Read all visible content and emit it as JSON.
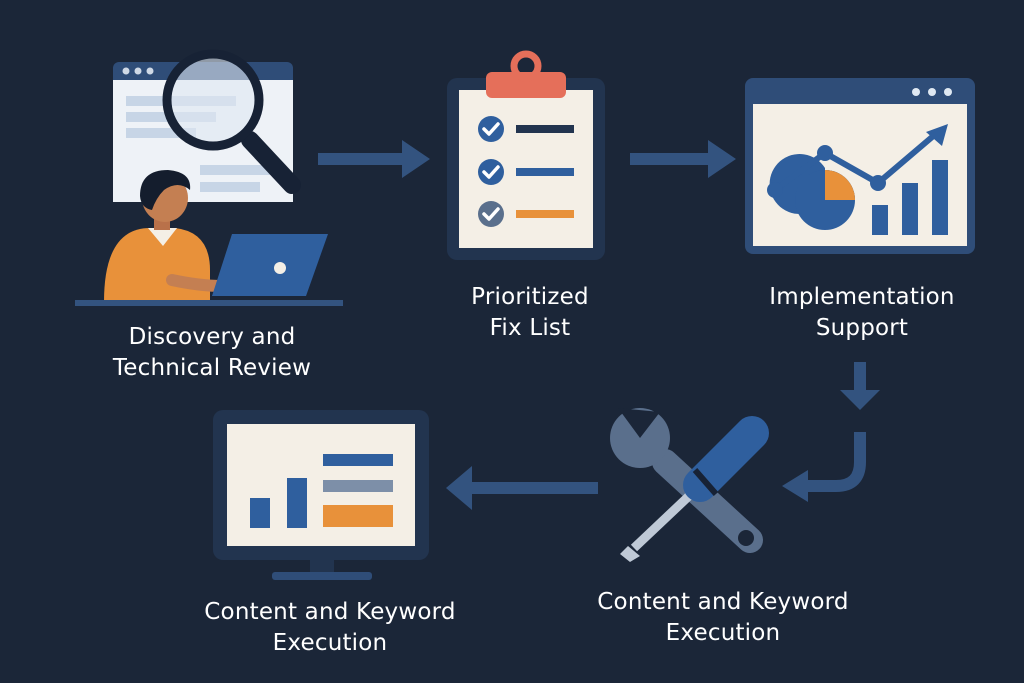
{
  "colors": {
    "background": "#1b2638",
    "accent_blue": "#2f5f9e",
    "accent_orange": "#e8913a",
    "clip_red": "#e56f5a",
    "arrow": "#33537f",
    "panel_cream": "#f4efe6",
    "navy_frame": "#22344f"
  },
  "steps": [
    {
      "line1": "Discovery and",
      "line2": "Technical Review",
      "icon": "magnifier-browser-laptop-person-icon"
    },
    {
      "line1": "Prioritized",
      "line2": "Fix List",
      "icon": "clipboard-checklist-icon"
    },
    {
      "line1": "Implementation",
      "line2": "Support",
      "icon": "analytics-dashboard-icon"
    },
    {
      "line1": "Content and Keyword",
      "line2": "Execution",
      "icon": "wrench-screwdriver-icon"
    },
    {
      "line1": "Content and Keyword",
      "line2": "Execution",
      "icon": "monitor-report-icon"
    }
  ]
}
